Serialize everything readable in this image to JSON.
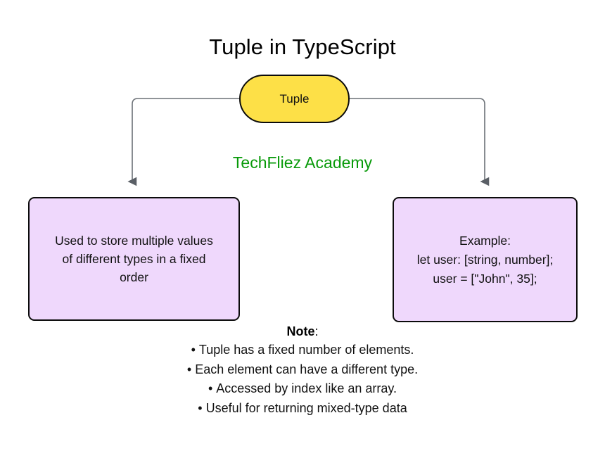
{
  "page": {
    "title": "Tuple in TypeScript",
    "background_color": "#ffffff"
  },
  "colors": {
    "root_node_fill": "#FDE047",
    "box_fill": "#EFD8FC",
    "node_border": "#0b0b0b",
    "connector": "#666666",
    "brand_text": "#089A09",
    "text": "#111111"
  },
  "brand": {
    "label": "TechFliez Academy"
  },
  "diagram": {
    "root": {
      "id": "tuple",
      "label": "Tuple",
      "shape": "stadium",
      "fill": "#FDE047"
    },
    "children": [
      {
        "id": "definition",
        "shape": "rounded-rect",
        "fill": "#EFD8FC",
        "lines": [
          "Used to store multiple values",
          "of different types in a fixed",
          "order"
        ],
        "text": "Used to store multiple values of different types in a fixed order"
      },
      {
        "id": "example",
        "shape": "rounded-rect",
        "fill": "#EFD8FC",
        "lines": [
          "Example:",
          "let user: [string, number];",
          "user = [\"John\", 35];"
        ],
        "text": "Example: let user: [string, number]; user = [\"John\", 35];"
      }
    ],
    "edges": [
      {
        "from": "tuple",
        "to": "definition",
        "style": "elbow",
        "arrow": "triangle"
      },
      {
        "from": "tuple",
        "to": "example",
        "style": "elbow",
        "arrow": "triangle"
      }
    ]
  },
  "notes": {
    "heading_word": "Note",
    "heading_suffix": ":",
    "items": [
      "Tuple has a fixed number of elements.",
      "Each element can have a different type.",
      "Accessed by index like an array.",
      "Useful for returning mixed-type data"
    ]
  }
}
